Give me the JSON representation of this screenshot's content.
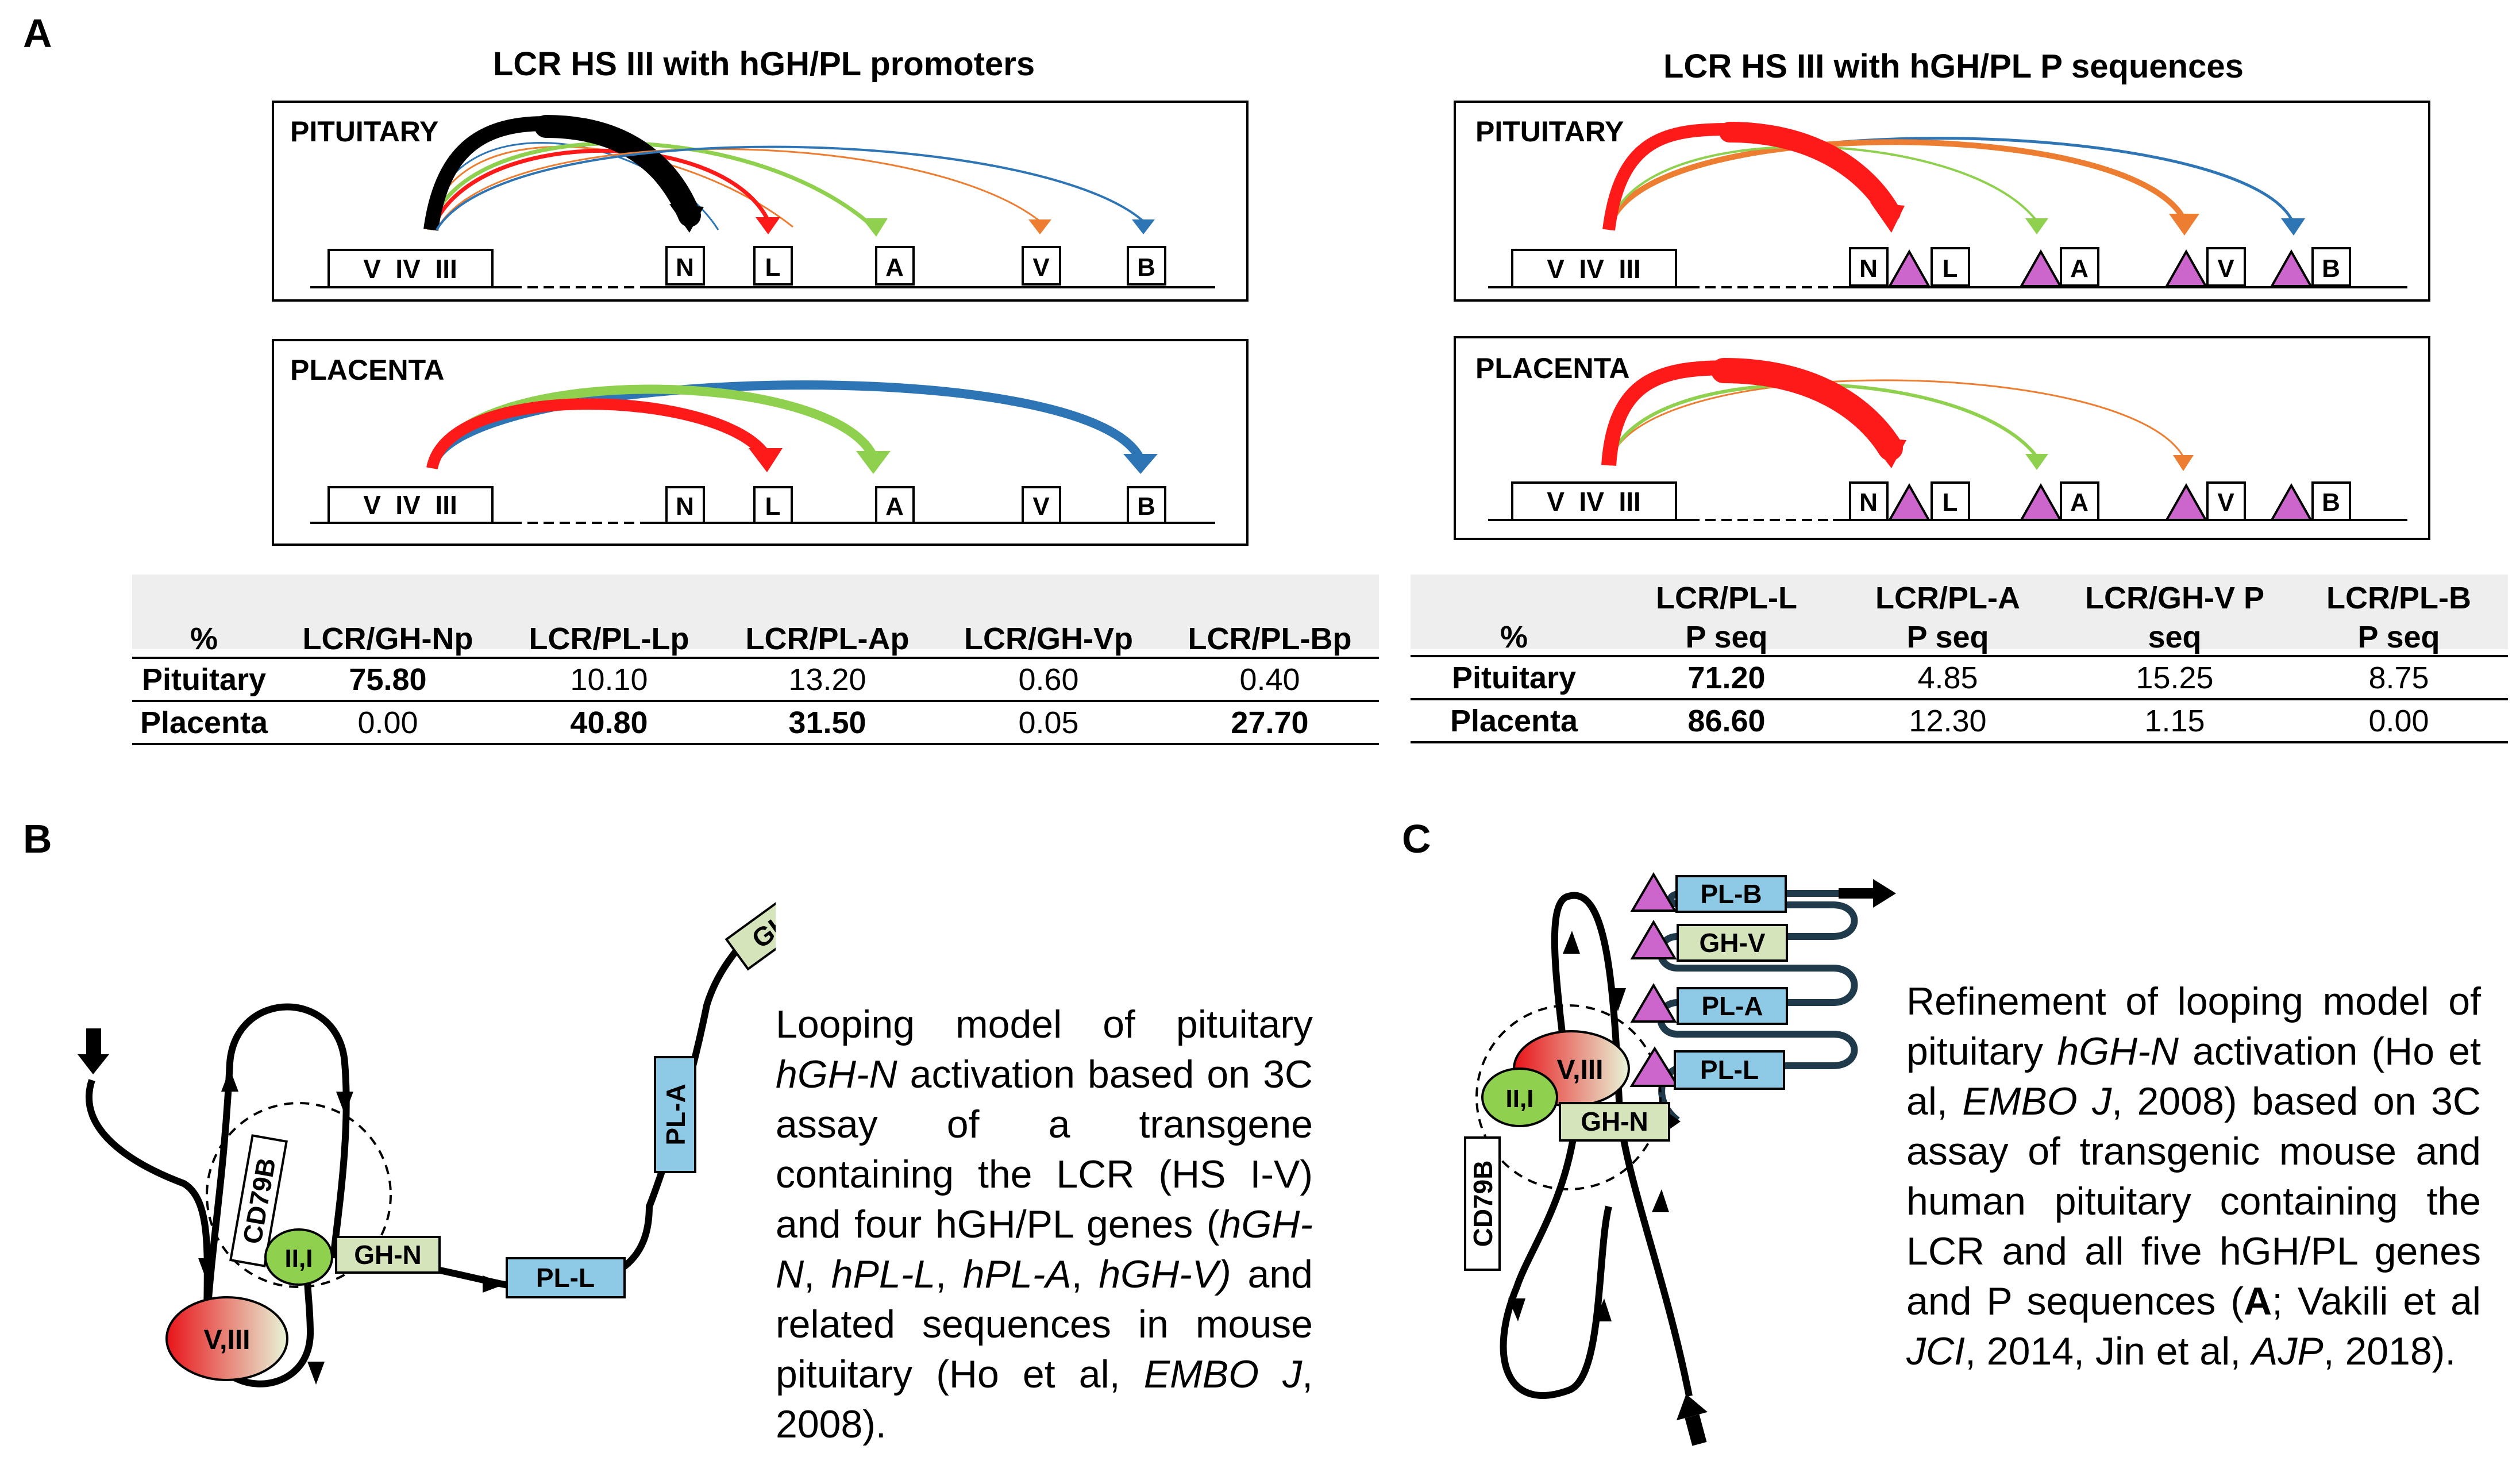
{
  "panels": {
    "a": {
      "letter": "A",
      "left_title": "LCR HS III with hGH/PL promoters",
      "right_title": "LCR HS III with hGH/PL P sequences",
      "box_labels": {
        "pituitary": "PITUITARY",
        "placenta": "PLACENTA"
      },
      "lcr_label": "V  IV  III",
      "gene_labels": [
        "N",
        "L",
        "A",
        "V",
        "B"
      ],
      "colors": {
        "GH-N": "#000000",
        "PL-L": "#ff1a1a",
        "PL-A": "#8fd14f",
        "GH-V": "#ed7d31",
        "PL-B": "#2e75b6",
        "p_seq": "#cc66cc",
        "table_bg": "#eeeeee"
      }
    },
    "b": {
      "letter": "B"
    },
    "c": {
      "letter": "C"
    }
  },
  "tables": {
    "left": {
      "headers": [
        "%",
        "LCR/GH-Np",
        "LCR/PL-Lp",
        "LCR/PL-Ap",
        "LCR/GH-Vp",
        "LCR/PL-Bp"
      ],
      "rows": [
        {
          "label": "Pituitary",
          "values": [
            "75.80",
            "10.10",
            "13.20",
            "0.60",
            "0.40"
          ]
        },
        {
          "label": "Placenta",
          "values": [
            "0.00",
            "40.80",
            "31.50",
            "0.05",
            "27.70"
          ]
        }
      ]
    },
    "right": {
      "headers_line1": [
        "",
        "LCR/PL-L",
        "LCR/PL-A",
        "LCR/GH-V P",
        "LCR/PL-B"
      ],
      "headers_line2": [
        "%",
        "P seq",
        "P seq",
        "seq",
        "P seq"
      ],
      "rows": [
        {
          "label": "Pituitary",
          "values": [
            "71.20",
            "4.85",
            "15.25",
            "8.75"
          ]
        },
        {
          "label": "Placenta",
          "values": [
            "86.60",
            "12.30",
            "1.15",
            "0.00"
          ]
        }
      ]
    }
  },
  "model_b": {
    "labels": {
      "cd79b": "CD79B",
      "ii_i": "II,I",
      "v_iii": "V,III",
      "gh_n": "GH-N",
      "pl_l": "PL-L",
      "pl_a": "PL-A",
      "gh_v": "GH-V"
    },
    "caption": {
      "t1": "Looping model of pituitary ",
      "i1": "hGH-N",
      "t2": " activation based on 3C assay of a transgene containing the LCR (HS I-V) and four hGH/PL genes (",
      "i2": "hGH-N",
      "t3": ", ",
      "i3": "hPL-L",
      "t4": ", ",
      "i4": "hPL-A",
      "t5": ", ",
      "i5": "hGH-V)",
      "t6": " and related sequences in mouse pituitary (Ho et al, ",
      "i6": "EMBO J",
      "t7": ", 2008)."
    }
  },
  "model_c": {
    "labels": {
      "cd79b": "CD79B",
      "ii_i": "II,I",
      "v_iii": "V,III",
      "gh_n": "GH-N",
      "pl_l": "PL-L",
      "pl_a": "PL-A",
      "gh_v": "GH-V",
      "pl_b": "PL-B"
    },
    "caption": {
      "t1": "Refinement of looping model of pituitary ",
      "i1": "hGH-N",
      "t2": " activation (Ho et al, ",
      "i2": "EMBO J",
      "t3": ", 2008) based on 3C assay of transgenic mouse and human pituitary containing the LCR and all five hGH/PL genes and P sequences (",
      "b1": "A",
      "t4": "; Vakili et al ",
      "i3": "JCI",
      "t5": ", 2014, Jin et al, ",
      "i4": "AJP",
      "t6": ", 2018)."
    }
  }
}
